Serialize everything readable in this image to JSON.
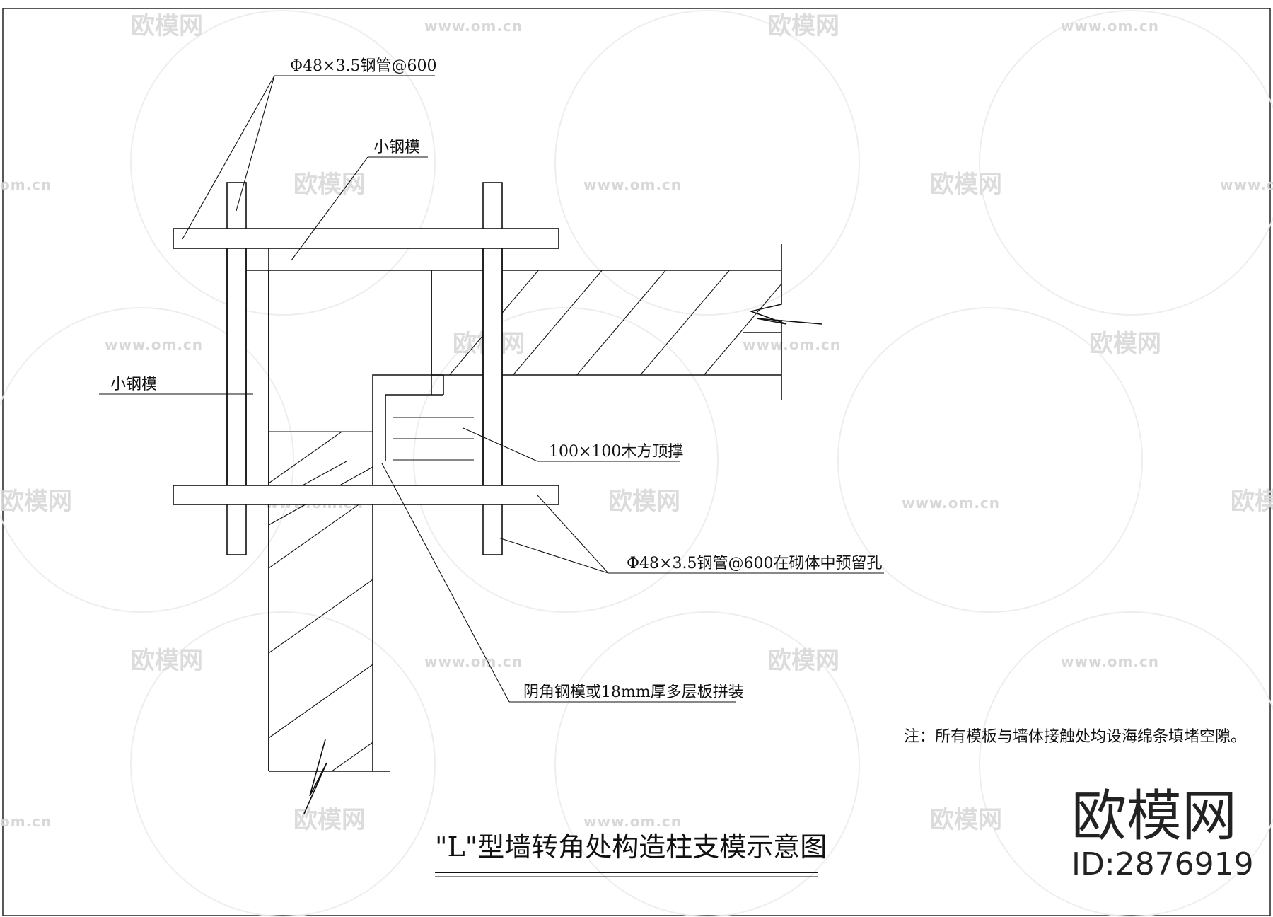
{
  "labels": {
    "steel_pipe_top": "Φ48×3.5钢管@600",
    "small_steel_form_top": "小钢模",
    "small_steel_form_left": "小钢模",
    "timber_brace": "100×100木方顶撑",
    "steel_pipe_hole": "Φ48×3.5钢管@600在砌体中预留孔",
    "inner_corner_form": "阴角钢模或18mm厚多层板拼装",
    "note": "注：所有模板与墙体接触处均设海绵条填堵空隙。"
  },
  "title": "\"L\"型墙转角处构造柱支模示意图",
  "watermark": {
    "name": "欧模网",
    "url": "www.om.cn",
    "url_short": "om.cn"
  },
  "brand": {
    "name": "欧模网",
    "id": "ID:2876919"
  }
}
